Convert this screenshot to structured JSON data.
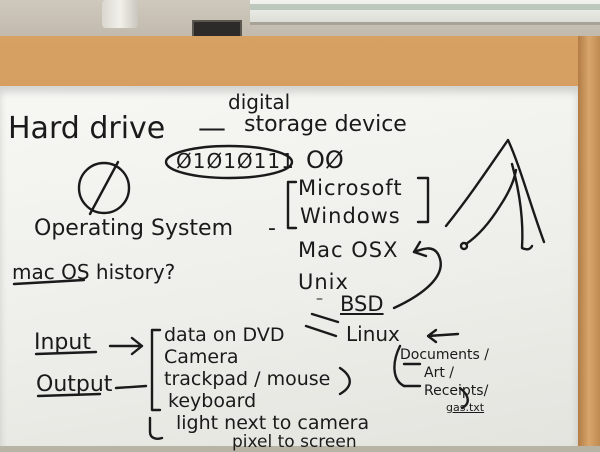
{
  "whiteboard": {
    "line_hard_drive": "Hard drive",
    "dash1": "—",
    "digital": "digital",
    "storage_device": "storage device",
    "binary": "Ø1Ø1Ø111",
    "zeros": "OØ",
    "operating_system": "Operating System",
    "dash2": "-",
    "microsoft": "Microsoft",
    "windows": "Windows",
    "mac_osx": "Mac OSX",
    "unix": "Unix",
    "bsd": "BSD",
    "linux": "Linux",
    "mac_history": "mac OS history?",
    "input": "Input",
    "output": "Output",
    "data_dvd": "data on DVD",
    "camera": "Camera",
    "trackpad": "trackpad / mouse",
    "keyboard": "keyboard",
    "light_camera": "light next to camera",
    "pixel_screen": "pixel to screen",
    "documents": "Documents /",
    "art": "Art /",
    "receipts": "Receipts/",
    "gas_txt": "gas.txt"
  },
  "colors": {
    "ink": "#1a1a1a",
    "board": "#f3f3f0",
    "frame": "#cf9758"
  }
}
